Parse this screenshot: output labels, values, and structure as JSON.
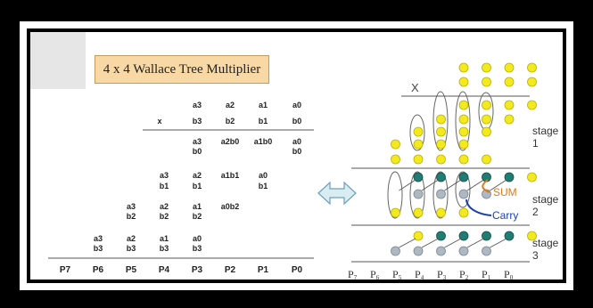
{
  "title": "4 x 4 Wallace Tree Multiplier",
  "left": {
    "x_symbol": "x",
    "row1": [
      {
        "t": "a3",
        "b": ""
      },
      {
        "t": "a2",
        "b": ""
      },
      {
        "t": "a1",
        "b": ""
      },
      {
        "t": "a0",
        "b": ""
      }
    ],
    "row2": [
      "b3",
      "b2",
      "b1",
      "b0"
    ],
    "row3": [
      {
        "t": "a3",
        "b": "b0"
      },
      {
        "t": "a2b0",
        "b": ""
      },
      {
        "t": "a1b0",
        "b": ""
      },
      {
        "t": "a0",
        "b": "b0"
      }
    ],
    "row4": [
      {
        "t": "a3",
        "b": "b1"
      },
      {
        "t": "a2",
        "b": "b1"
      },
      {
        "t": "a1b1",
        "b": ""
      },
      {
        "t": "a0",
        "b": "b1"
      }
    ],
    "row5": [
      {
        "t": "a3",
        "b": "b2"
      },
      {
        "t": "a2",
        "b": "b2"
      },
      {
        "t": "a1",
        "b": "b2"
      },
      {
        "t": "a0b2",
        "b": ""
      }
    ],
    "row6": [
      {
        "t": "a3",
        "b": "b3"
      },
      {
        "t": "a2",
        "b": "b3"
      },
      {
        "t": "a1",
        "b": "b3"
      },
      {
        "t": "a0",
        "b": "b3"
      }
    ],
    "products": [
      "P7",
      "P6",
      "P5",
      "P4",
      "P3",
      "P2",
      "P1",
      "P0"
    ]
  },
  "right": {
    "x_symbol": "X",
    "stages": [
      "stage 1",
      "stage 2",
      "stage 3"
    ],
    "sum_label": "SUM",
    "carry_label": "Carry",
    "bottom": [
      "P",
      "P",
      "P",
      "P",
      "P",
      "P",
      "P",
      "P"
    ],
    "bottom_sub": [
      "7",
      "6",
      "5",
      "4",
      "3",
      "2",
      "1",
      "0"
    ],
    "colors": {
      "yellow": "#f2ea1f",
      "teal": "#1f7d74",
      "gray": "#aeb8c2",
      "orange": "#e07a14",
      "blue": "#1b3fb0",
      "arrow": "#d9ecf2"
    }
  }
}
